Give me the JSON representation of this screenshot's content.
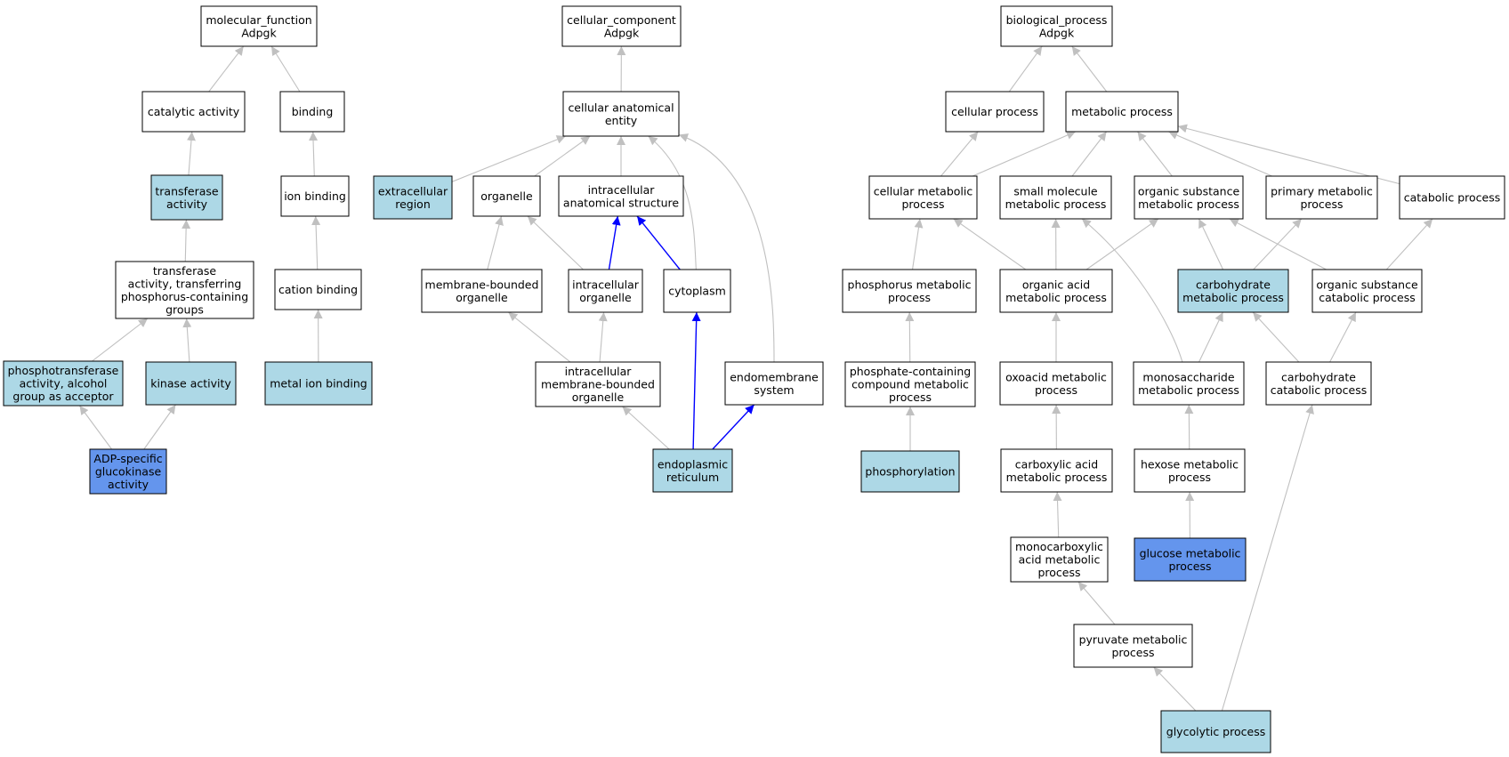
{
  "colors": {
    "default_fill": "#ffffff",
    "annotated_fill": "#add8e6",
    "direct_fill": "#6495ed",
    "edge": "#c0c0c0",
    "highlight_edge": "#0000ff",
    "border": "#000000"
  },
  "nodes": [
    {
      "id": "mf",
      "lines": [
        "molecular_function",
        "Adpgk"
      ],
      "fill": "default"
    },
    {
      "id": "catalytic",
      "lines": [
        "catalytic activity"
      ],
      "fill": "default"
    },
    {
      "id": "binding",
      "lines": [
        "binding"
      ],
      "fill": "default"
    },
    {
      "id": "transferase",
      "lines": [
        "transferase",
        "activity"
      ],
      "fill": "annotated"
    },
    {
      "id": "ionbinding",
      "lines": [
        "ion binding"
      ],
      "fill": "default"
    },
    {
      "id": "transfer_phos",
      "lines": [
        "transferase",
        "activity, transferring",
        "phosphorus-containing",
        "groups"
      ],
      "fill": "default"
    },
    {
      "id": "cationbinding",
      "lines": [
        "cation binding"
      ],
      "fill": "default"
    },
    {
      "id": "phosphotrans",
      "lines": [
        "phosphotransferase",
        "activity, alcohol",
        "group as acceptor"
      ],
      "fill": "annotated"
    },
    {
      "id": "kinase",
      "lines": [
        "kinase activity"
      ],
      "fill": "annotated"
    },
    {
      "id": "metalion",
      "lines": [
        "metal ion binding"
      ],
      "fill": "annotated"
    },
    {
      "id": "adpgk",
      "lines": [
        "ADP-specific",
        "glucokinase",
        "activity"
      ],
      "fill": "direct"
    },
    {
      "id": "cc",
      "lines": [
        "cellular_component",
        "Adpgk"
      ],
      "fill": "default"
    },
    {
      "id": "cae",
      "lines": [
        "cellular anatomical",
        "entity"
      ],
      "fill": "default"
    },
    {
      "id": "extracell",
      "lines": [
        "extracellular",
        "region"
      ],
      "fill": "annotated"
    },
    {
      "id": "organelle",
      "lines": [
        "organelle"
      ],
      "fill": "default"
    },
    {
      "id": "ias",
      "lines": [
        "intracellular",
        "anatomical structure"
      ],
      "fill": "default"
    },
    {
      "id": "mbo",
      "lines": [
        "membrane-bounded",
        "organelle"
      ],
      "fill": "default"
    },
    {
      "id": "intraorg",
      "lines": [
        "intracellular",
        "organelle"
      ],
      "fill": "default"
    },
    {
      "id": "cytoplasm",
      "lines": [
        "cytoplasm"
      ],
      "fill": "default"
    },
    {
      "id": "imbo",
      "lines": [
        "intracellular",
        "membrane-bounded",
        "organelle"
      ],
      "fill": "default"
    },
    {
      "id": "endomem",
      "lines": [
        "endomembrane",
        "system"
      ],
      "fill": "default"
    },
    {
      "id": "er",
      "lines": [
        "endoplasmic",
        "reticulum"
      ],
      "fill": "annotated"
    },
    {
      "id": "bp",
      "lines": [
        "biological_process",
        "Adpgk"
      ],
      "fill": "default"
    },
    {
      "id": "cellproc",
      "lines": [
        "cellular process"
      ],
      "fill": "default"
    },
    {
      "id": "metaproc",
      "lines": [
        "metabolic process"
      ],
      "fill": "default"
    },
    {
      "id": "cmp",
      "lines": [
        "cellular metabolic",
        "process"
      ],
      "fill": "default"
    },
    {
      "id": "smmp",
      "lines": [
        "small molecule",
        "metabolic process"
      ],
      "fill": "default"
    },
    {
      "id": "osmp",
      "lines": [
        "organic substance",
        "metabolic process"
      ],
      "fill": "default"
    },
    {
      "id": "pmp",
      "lines": [
        "primary metabolic",
        "process"
      ],
      "fill": "default"
    },
    {
      "id": "catab",
      "lines": [
        "catabolic process"
      ],
      "fill": "default"
    },
    {
      "id": "phosmp",
      "lines": [
        "phosphorus metabolic",
        "process"
      ],
      "fill": "default"
    },
    {
      "id": "oamp",
      "lines": [
        "organic acid",
        "metabolic process"
      ],
      "fill": "default"
    },
    {
      "id": "carbmp",
      "lines": [
        "carbohydrate",
        "metabolic process"
      ],
      "fill": "annotated"
    },
    {
      "id": "oscp",
      "lines": [
        "organic substance",
        "catabolic process"
      ],
      "fill": "default"
    },
    {
      "id": "pccmp",
      "lines": [
        "phosphate-containing",
        "compound metabolic",
        "process"
      ],
      "fill": "default"
    },
    {
      "id": "oxoacid",
      "lines": [
        "oxoacid metabolic",
        "process"
      ],
      "fill": "default"
    },
    {
      "id": "monosac",
      "lines": [
        "monosaccharide",
        "metabolic process"
      ],
      "fill": "default"
    },
    {
      "id": "carbcat",
      "lines": [
        "carbohydrate",
        "catabolic process"
      ],
      "fill": "default"
    },
    {
      "id": "phosphorylation",
      "lines": [
        "phosphorylation"
      ],
      "fill": "annotated"
    },
    {
      "id": "carboxylic",
      "lines": [
        "carboxylic acid",
        "metabolic process"
      ],
      "fill": "default"
    },
    {
      "id": "hexose",
      "lines": [
        "hexose metabolic",
        "process"
      ],
      "fill": "default"
    },
    {
      "id": "monocarb",
      "lines": [
        "monocarboxylic",
        "acid metabolic",
        "process"
      ],
      "fill": "default"
    },
    {
      "id": "glucose",
      "lines": [
        "glucose metabolic",
        "process"
      ],
      "fill": "direct"
    },
    {
      "id": "pyruvate",
      "lines": [
        "pyruvate metabolic",
        "process"
      ],
      "fill": "default"
    },
    {
      "id": "glycolytic",
      "lines": [
        "glycolytic process"
      ],
      "fill": "annotated"
    }
  ],
  "edges": [
    {
      "from": "catalytic",
      "to": "mf"
    },
    {
      "from": "binding",
      "to": "mf"
    },
    {
      "from": "transferase",
      "to": "catalytic"
    },
    {
      "from": "ionbinding",
      "to": "binding"
    },
    {
      "from": "transfer_phos",
      "to": "transferase"
    },
    {
      "from": "cationbinding",
      "to": "ionbinding"
    },
    {
      "from": "phosphotrans",
      "to": "transfer_phos"
    },
    {
      "from": "kinase",
      "to": "transfer_phos"
    },
    {
      "from": "metalion",
      "to": "cationbinding"
    },
    {
      "from": "adpgk",
      "to": "phosphotrans"
    },
    {
      "from": "adpgk",
      "to": "kinase"
    },
    {
      "from": "cae",
      "to": "cc"
    },
    {
      "from": "extracell",
      "to": "cae"
    },
    {
      "from": "organelle",
      "to": "cae"
    },
    {
      "from": "ias",
      "to": "cae"
    },
    {
      "from": "cytoplasm",
      "to": "cae",
      "curve": true
    },
    {
      "from": "endomem",
      "to": "cae",
      "curve": true
    },
    {
      "from": "mbo",
      "to": "organelle"
    },
    {
      "from": "intraorg",
      "to": "organelle"
    },
    {
      "from": "intraorg",
      "to": "ias",
      "highlight": true
    },
    {
      "from": "cytoplasm",
      "to": "ias",
      "highlight": true
    },
    {
      "from": "imbo",
      "to": "mbo"
    },
    {
      "from": "imbo",
      "to": "intraorg"
    },
    {
      "from": "er",
      "to": "imbo"
    },
    {
      "from": "er",
      "to": "cytoplasm",
      "highlight": true
    },
    {
      "from": "er",
      "to": "endomem",
      "highlight": true
    },
    {
      "from": "cellproc",
      "to": "bp"
    },
    {
      "from": "metaproc",
      "to": "bp"
    },
    {
      "from": "cmp",
      "to": "cellproc"
    },
    {
      "from": "cmp",
      "to": "metaproc"
    },
    {
      "from": "smmp",
      "to": "metaproc"
    },
    {
      "from": "osmp",
      "to": "metaproc"
    },
    {
      "from": "pmp",
      "to": "metaproc"
    },
    {
      "from": "catab",
      "to": "metaproc"
    },
    {
      "from": "phosmp",
      "to": "cmp"
    },
    {
      "from": "oamp",
      "to": "cmp"
    },
    {
      "from": "oamp",
      "to": "smmp"
    },
    {
      "from": "oamp",
      "to": "osmp"
    },
    {
      "from": "monosac",
      "to": "smmp",
      "curve": true
    },
    {
      "from": "carbmp",
      "to": "osmp"
    },
    {
      "from": "carbmp",
      "to": "pmp"
    },
    {
      "from": "oscp",
      "to": "osmp"
    },
    {
      "from": "oscp",
      "to": "catab"
    },
    {
      "from": "pccmp",
      "to": "phosmp"
    },
    {
      "from": "oxoacid",
      "to": "oamp"
    },
    {
      "from": "monosac",
      "to": "carbmp"
    },
    {
      "from": "carbcat",
      "to": "carbmp"
    },
    {
      "from": "carbcat",
      "to": "oscp"
    },
    {
      "from": "phosphorylation",
      "to": "pccmp"
    },
    {
      "from": "carboxylic",
      "to": "oxoacid"
    },
    {
      "from": "hexose",
      "to": "monosac"
    },
    {
      "from": "monocarb",
      "to": "carboxylic"
    },
    {
      "from": "glucose",
      "to": "hexose"
    },
    {
      "from": "pyruvate",
      "to": "monocarb"
    },
    {
      "from": "glycolytic",
      "to": "pyruvate"
    },
    {
      "from": "glycolytic",
      "to": "carbcat"
    }
  ]
}
